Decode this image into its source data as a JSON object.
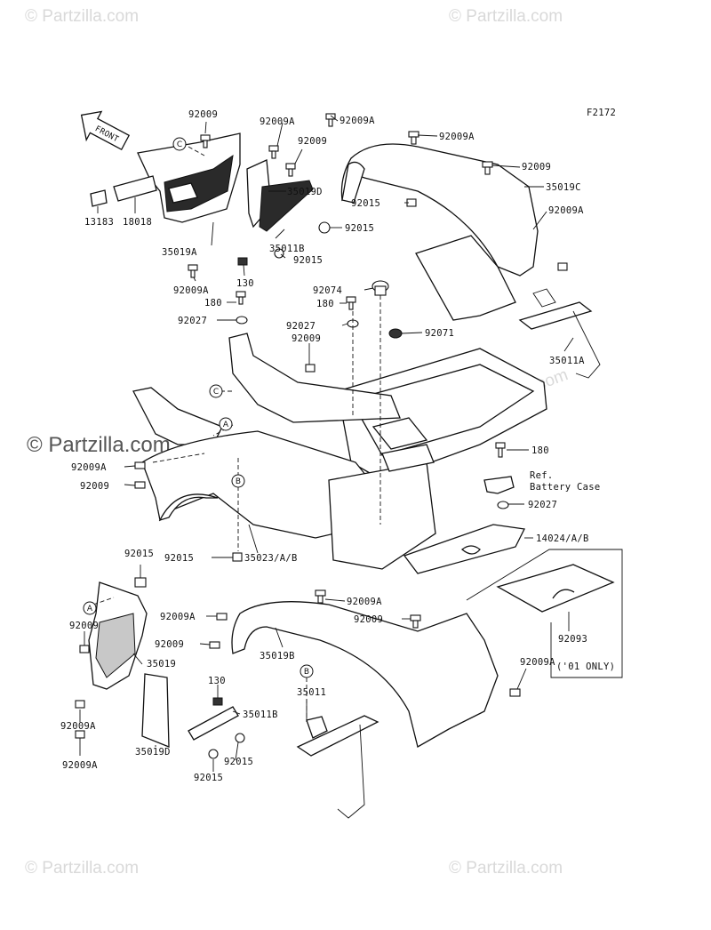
{
  "figure_code": "F2172",
  "watermarks": {
    "corner": "© Partzilla.com",
    "main": "© Partzilla.com"
  },
  "front_arrow": "FRONT",
  "callout_letters": [
    "A",
    "B",
    "C"
  ],
  "ref_note": {
    "line1": "Ref.",
    "line2": "Battery Case"
  },
  "model_note": "('01 ONLY)",
  "labels": {
    "l1": "92009",
    "l2": "92009A",
    "l3": "92009A",
    "l4": "92009A",
    "l5": "92009",
    "l6": "35019D",
    "l7": "92009",
    "l8": "13183",
    "l9": "18018",
    "l10": "35019A",
    "l11": "92009A",
    "l12": "35011B",
    "l13": "92015",
    "l14": "92015",
    "l15": "92015",
    "l16": "35019C",
    "l17": "92009A",
    "l18": "130",
    "l19": "92074",
    "l20": "180",
    "l21": "180",
    "l22": "92027",
    "l23": "92027",
    "l24": "92009",
    "l25": "92071",
    "l26": "35011A",
    "l27": "180",
    "l28": "92009A",
    "l29": "92009",
    "l30": "92027",
    "l31": "92015",
    "l32": "35023/A/B",
    "l33": "14024/A/B",
    "l34": "92015",
    "l35": "92009A",
    "l36": "92009A",
    "l37": "92009",
    "l38": "92009",
    "l39": "92009",
    "l40": "92093",
    "l41": "35019",
    "l42": "35019B",
    "l43": "92009A",
    "l44": "130",
    "l45": "35011",
    "l46": "35011B",
    "l47": "92009A",
    "l48": "92015",
    "l49": "35019D",
    "l50": "92009A",
    "l51": "92015"
  }
}
